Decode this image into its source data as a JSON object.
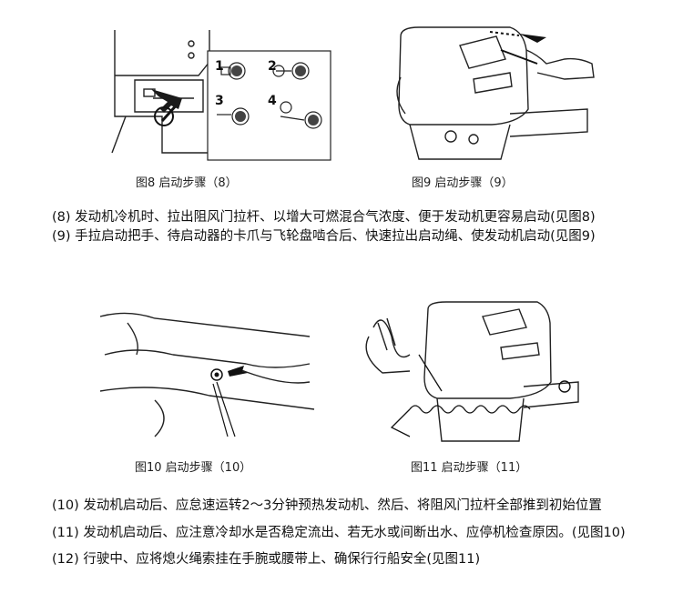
{
  "figures": [
    {
      "caption": "图8 启动步骤（8）",
      "step_numbers": [
        "1",
        "2",
        "3",
        "4"
      ]
    },
    {
      "caption": "图9 启动步骤（9）"
    },
    {
      "caption": "图10 启动步骤（10）"
    },
    {
      "caption": "图11 启动步骤（11）"
    }
  ],
  "paragraphs": [
    "(8) 发动机冷机时、拉出阻风门拉杆、以增大可燃混合气浓度、便于发动机更容易启动(见图8)",
    "(9) 手拉启动把手、待启动器的卡爪与飞轮盘啮合后、快速拉出启动绳、使发动机启动(见图9)",
    "(10) 发动机启动后、应怠速运转2～3分钟预热发动机、然后、将阻风门拉杆全部推到初始位置",
    "(11) 发动机启动后、应注意冷却水是否稳定流出、若无水或间断出水、应停机检查原因。(见图10)",
    "(12) 行驶中、应将熄火绳索挂在手腕或腰带上、确保行行船安全(见图11)"
  ]
}
